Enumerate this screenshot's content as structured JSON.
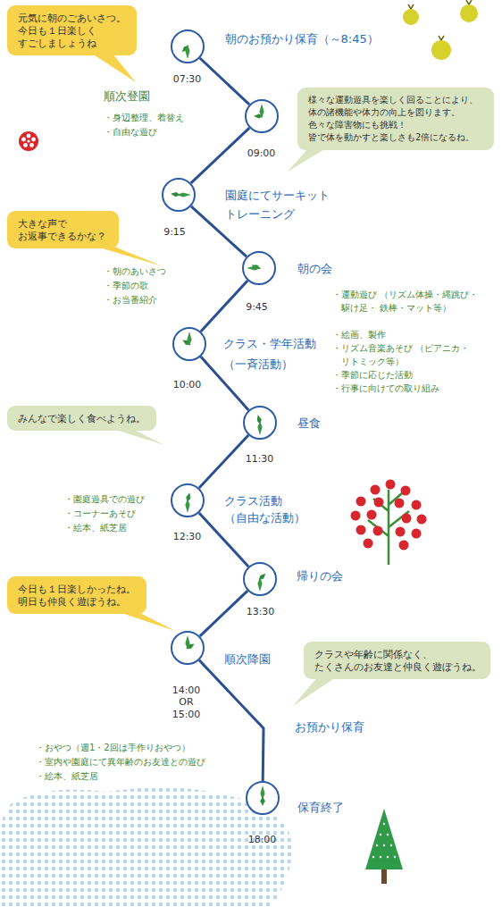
{
  "diagram": {
    "nodes": [
      {
        "text": [
          "元気に朝のごあいさつ。 今日も１日楽しく すごしましょうね"
        ]
      },
      {
        "text": [
          "朝のお預かり保育（～8:45）",
          "07:30"
        ]
      },
      {
        "text": [
          "09:00"
        ]
      },
      {
        "text": [
          "様々な運動遊具を楽しく回ることにより、 体の諸機能や体力の向上を図ります。 色々な障害物にも挑戦！ 皆で体を動かすと楽しさも2倍になるね。"
        ]
      },
      {
        "text": [
          "園庭にてサーキット トレーニング",
          "9:15"
        ]
      },
      {
        "text": [
          "大きな声で お返事できるかな？"
        ]
      },
      {
        "text": [
          "朝の会",
          "9:45"
        ]
      },
      {
        "text": [
          "クラス・学年活動 （一斉活動）",
          "10:00"
        ]
      },
      {
        "text": [
          "みんなで楽しく食べようね。"
        ]
      },
      {
        "text": [
          "昼食",
          "11:30"
        ]
      },
      {
        "text": [
          "クラス活動 （自由な活動）",
          "12:30"
        ]
      },
      {
        "text": [
          "帰りの会",
          "13:30"
        ]
      },
      {
        "text": [
          "今日も１日楽しかったね。 明日も仲良く遊ぼうね。"
        ]
      },
      {
        "text": [
          "順次降園",
          "14:00 OR 15:00"
        ]
      },
      {
        "text": [
          "クラスや年齢に関係なく、 たくさんのお友達と仲良く遊ぼうね。"
        ]
      },
      {
        "text": [
          "保育終了",
          "18:00"
        ]
      }
    ],
    "edges": [
      {
        "from": 1,
        "to": 2,
        "arrow": "none"
      },
      {
        "from": 2,
        "to": 4,
        "arrow": "none"
      },
      {
        "from": 4,
        "to": 6,
        "arrow": "none"
      },
      {
        "from": 6,
        "to": 7,
        "arrow": "none"
      },
      {
        "from": 7,
        "to": 9,
        "arrow": "none"
      },
      {
        "from": 9,
        "to": 10,
        "arrow": "none"
      },
      {
        "from": 10,
        "to": 11,
        "arrow": "none"
      },
      {
        "from": 11,
        "to": 13,
        "arrow": "none"
      },
      {
        "from": 13,
        "to": 15,
        "arrow": "none"
      }
    ],
    "labels": [
      "順次登園",
      "・身辺整理、着替え",
      "・自由な遊び",
      "・朝のあいさつ",
      "・季節の歌",
      "・お当番紹介",
      "・運動遊び （リズム体操・縄跳び・駆け足・ 鉄棒・マット等）",
      "・絵画、製作",
      "・リズム音楽あそび （ピアニカ・リトミック等）",
      "・季節に応じた活動",
      "・行事に向けての取り組み",
      "・園庭遊具での遊び",
      "・コーナーあそび",
      "・絵本、紙芝居",
      "お預かり保育",
      "・おやつ（週1・2回は手作りおやつ）",
      "・室内や園庭にて異年齢のお友達との遊び",
      "・絵本、紙芝居"
    ]
  }
}
